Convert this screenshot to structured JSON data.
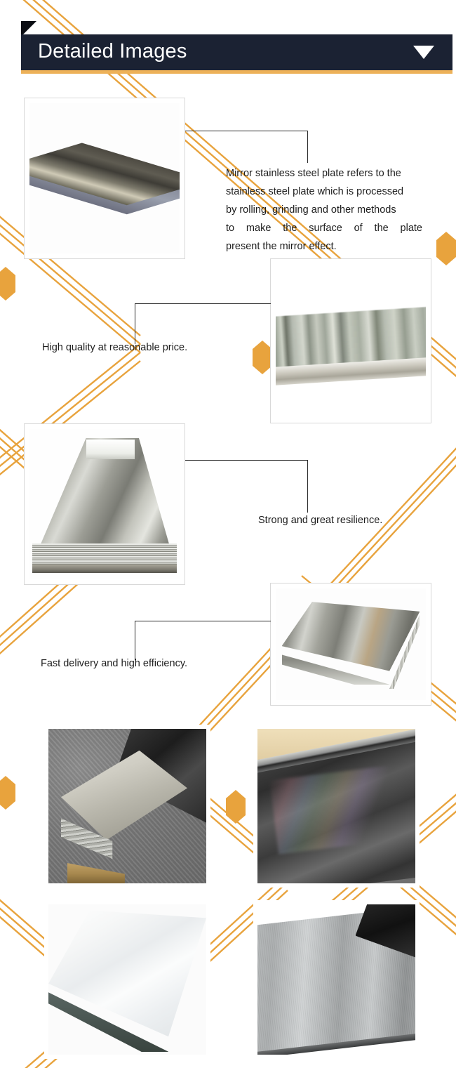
{
  "header": {
    "title": "Detailed Images",
    "toggle_icon": "triangle-down-icon",
    "bar_color": "#1b2233",
    "accent_color": "#edb158",
    "notch_color": "#0b0d13"
  },
  "theme": {
    "background": "#ffffff",
    "stripe_color": "#e8a33d",
    "stripe_color_light": "#f3c277",
    "hexagon_color": "#e8a33d",
    "text_color": "#1d1d1d",
    "connector_color": "#2b2b2b"
  },
  "features": [
    {
      "id": "mirror-definition",
      "caption_lines": [
        "Mirror stainless steel plate refers to the",
        "stainless steel plate which is processed",
        "by rolling, grinding and other methods",
        "to make the surface of the plate",
        "present the mirror effect."
      ],
      "photo_alt": "mirror-stainless-steel-plate-isometric"
    },
    {
      "id": "high-quality",
      "caption": "High quality at reasonable price.",
      "photo_alt": "mirror-finish-sheet-edge-reflection"
    },
    {
      "id": "strong-resilience",
      "caption": "Strong and great resilience.",
      "photo_alt": "stacked-mirror-sheets-perspective"
    },
    {
      "id": "fast-delivery",
      "caption": "Fast delivery and high efficiency.",
      "photo_alt": "mirror-sheet-stack-isometric"
    }
  ],
  "gallery": [
    {
      "id": "gallery-1",
      "photo_alt": "sheet-stack-corner-with-protective-film"
    },
    {
      "id": "gallery-2",
      "photo_alt": "dark-mirror-sheet-workshop-iridescent"
    },
    {
      "id": "gallery-3",
      "photo_alt": "bright-white-mirror-plate"
    },
    {
      "id": "gallery-4",
      "photo_alt": "brushed-hairline-finish-sheet"
    }
  ]
}
